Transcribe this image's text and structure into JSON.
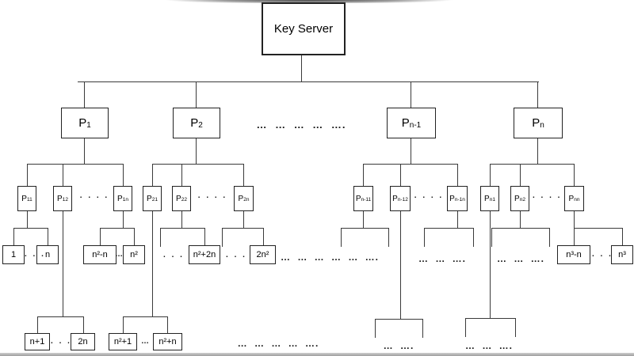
{
  "title": "Key server hierarchy diagram",
  "colors": {
    "line": "#3a3a3a",
    "box_border": "#222222",
    "text": "#000000",
    "bottom_bar": "#a8a8a8"
  },
  "nodes": {
    "root": {
      "label": "Key Server"
    },
    "level2": [
      {
        "base": "P",
        "sub": "1"
      },
      {
        "base": "P",
        "sub": "2"
      },
      {
        "base": "P",
        "sub": "n-1"
      },
      {
        "base": "P",
        "sub": "n"
      }
    ],
    "level3": [
      {
        "base": "P",
        "sub": "11"
      },
      {
        "base": "P",
        "sub": "12"
      },
      {
        "base": "P",
        "sub": "1n"
      },
      {
        "base": "P",
        "sub": "21"
      },
      {
        "base": "P",
        "sub": "22"
      },
      {
        "base": "P",
        "sub": "2n"
      },
      {
        "base": "P",
        "sub": "n-11"
      },
      {
        "base": "P",
        "sub": "n-12"
      },
      {
        "base": "P",
        "sub": "n-1n"
      },
      {
        "base": "P",
        "sub": "n1"
      },
      {
        "base": "P",
        "sub": "n2"
      },
      {
        "base": "P",
        "sub": "nn"
      }
    ],
    "leaves": {
      "p11_a": "1",
      "p11_b": "n",
      "p12_a": "n+1",
      "p12_b": "2n",
      "p1n_a": "n²-n",
      "p1n_b": "n²",
      "p21_a": "n²+1",
      "p21_b": "n²+n",
      "p22_b": "n²+2n",
      "p2n_b": "2n²",
      "pnn_a": "n³-n",
      "pnn_b": "n³"
    }
  },
  "dots": {
    "level2": "… … … … ….",
    "group": ". . . .",
    "leaf3": ". . .",
    "leaf_tight": "…",
    "row1_long": "… … … … … ….",
    "row1_a": "… … ….",
    "row1_b": "… … ….",
    "row2_long": "… … … … ….",
    "row2_a": "… ….",
    "row2_b": "… … …."
  }
}
